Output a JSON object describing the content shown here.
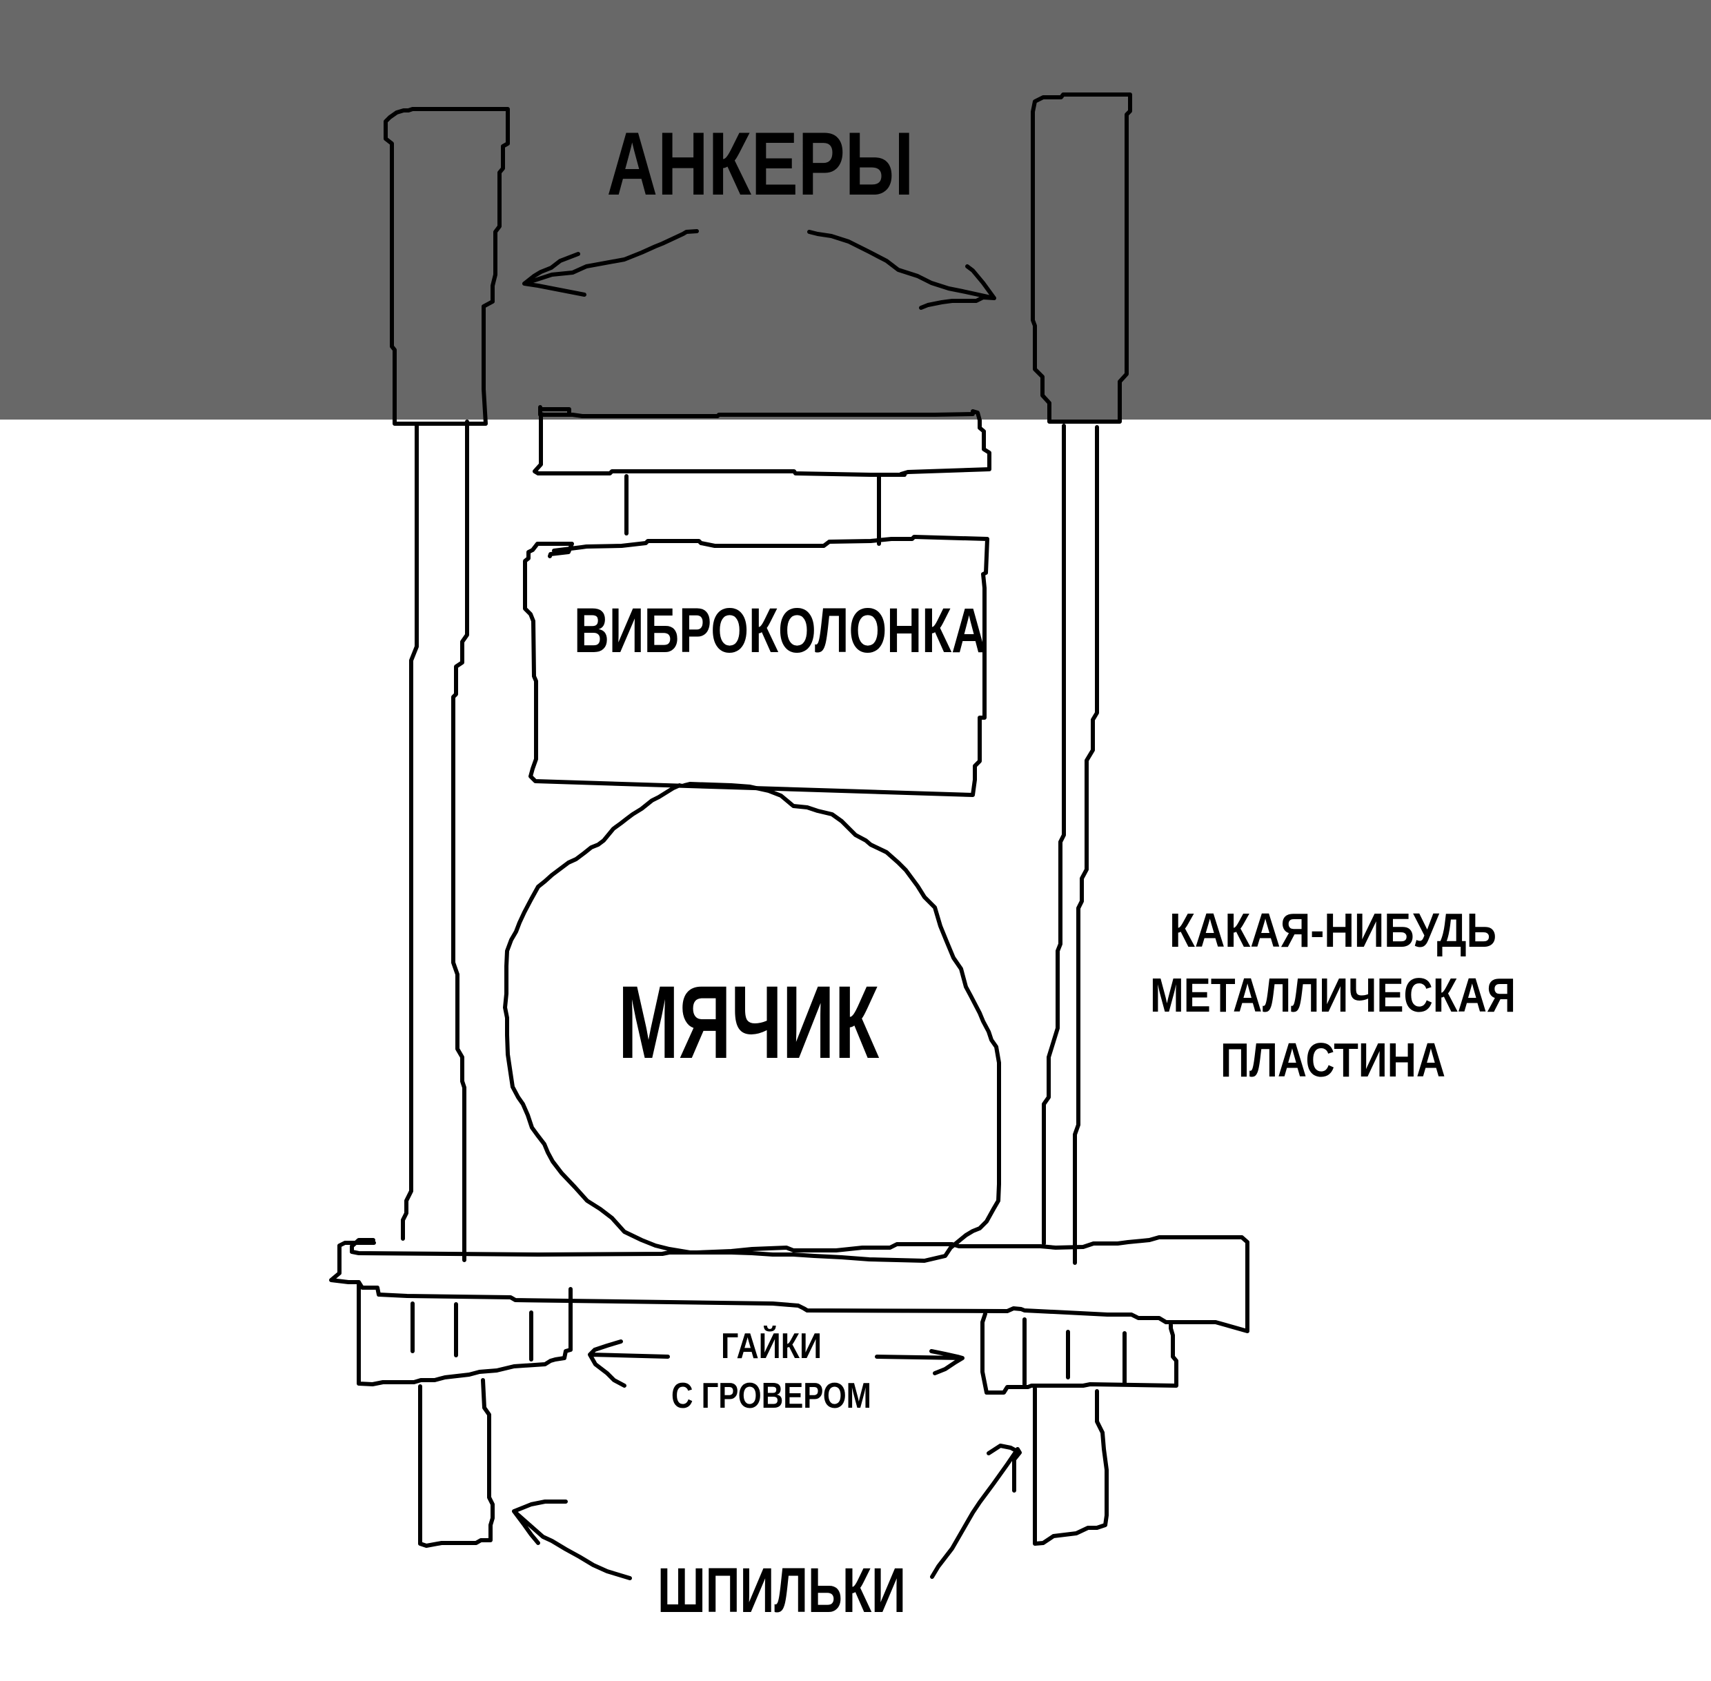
{
  "labels": {
    "anchors": "АНКЕРЫ",
    "vibro_column": "ВИБРОКОЛОНКА",
    "ball": "МЯЧИК",
    "plate_line1": "КАКАЯ-НИБУДЬ",
    "plate_line2": "МЕТАЛЛИЧЕСКАЯ",
    "plate_line3": "ПЛАСТИНА",
    "nuts_line1": "ГАЙКИ",
    "nuts_line2": "С ГРОВЕРОМ",
    "studs": "ШПИЛЬКИ"
  },
  "colors": {
    "ceiling": "#686868",
    "background": "#ffffff",
    "ink": "#000000"
  }
}
